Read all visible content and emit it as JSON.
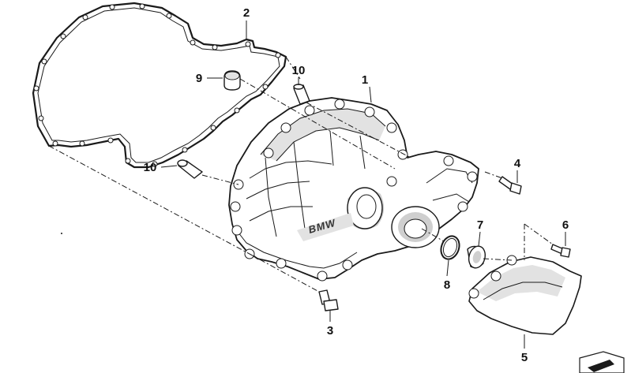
{
  "diagram": {
    "callouts": {
      "c1": "1",
      "c2": "2",
      "c3": "3",
      "c4": "4",
      "c5": "5",
      "c6": "6",
      "c7": "7",
      "c8": "8",
      "c9": "9",
      "c10a": "10",
      "c10b": "10"
    },
    "cover_emblem_text": "BMW"
  },
  "colors": {
    "line": "#1a1a1a",
    "shade": "#e2e2e2",
    "background": "#ffffff"
  }
}
